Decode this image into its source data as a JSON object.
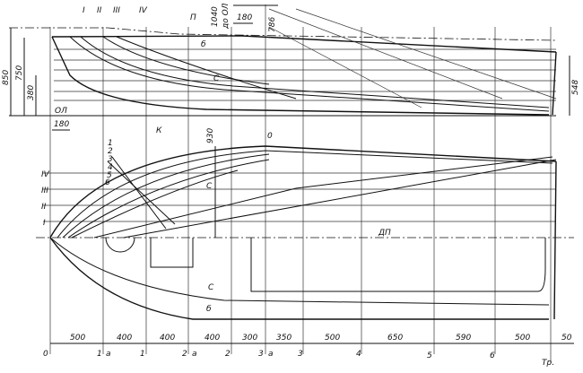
{
  "profile": {
    "buttock_labels": [
      "I",
      "II",
      "III",
      "IV"
    ],
    "line_labels": {
      "sheer": "П",
      "chine_b": "б",
      "chine_c": "С",
      "keel": "К",
      "baseline": "ОЛ",
      "stem_point": "0"
    },
    "dimensions": {
      "h850": "850",
      "h750": "750",
      "h380": "380",
      "d180_bow": "180",
      "d180_top": "180",
      "d1040": "1040",
      "d1040_note": "до ОЛ",
      "d786": "786",
      "d548": "548"
    }
  },
  "plan": {
    "waterline_labels": [
      "1",
      "2",
      "3",
      "4",
      "5",
      "6"
    ],
    "buttock_labels": [
      "IV",
      "III",
      "II",
      "I"
    ],
    "centerline_label": "ДП",
    "chine_c": "С",
    "chine_b": "б",
    "dim930": "930",
    "stem_point": "0"
  },
  "stations": {
    "labels": [
      "0",
      "1",
      "a",
      "1",
      "2",
      "a",
      "2",
      "3",
      "a",
      "3",
      "4",
      "5",
      "6",
      "Тр."
    ],
    "spacings": [
      "500",
      "400",
      "400",
      "400",
      "300",
      "350",
      "500",
      "650",
      "590",
      "500",
      "50"
    ]
  }
}
